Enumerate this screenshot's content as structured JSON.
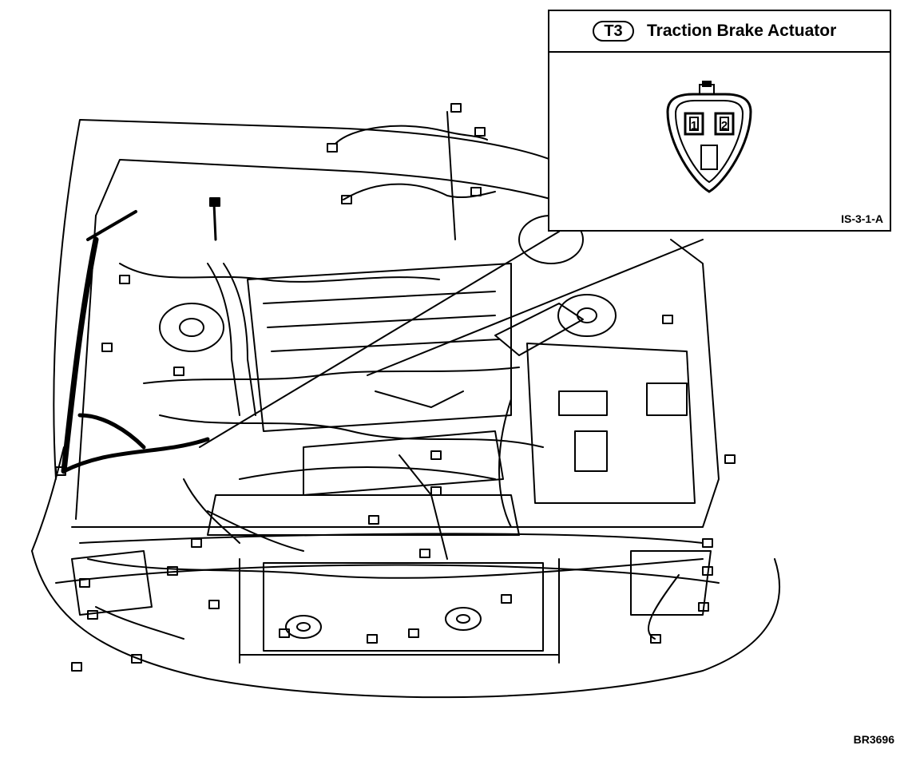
{
  "callout": {
    "connector_code": "T3",
    "connector_name": "Traction Brake Actuator",
    "connector_ref": "IS-3-1-A",
    "pins": [
      "1",
      "2"
    ]
  },
  "figure_code": "BR3696"
}
